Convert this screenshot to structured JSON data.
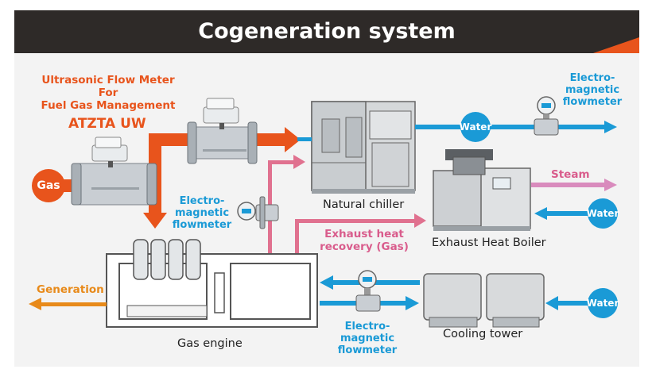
{
  "title": "Cogeneration system",
  "product": {
    "line1": "Ultrasonic Flow Meter",
    "line2": "For",
    "line3": "Fuel Gas Management",
    "name": "ATZTA UW"
  },
  "components": {
    "natural_chiller": "Natural chiller",
    "exhaust_heat_boiler": "Exhaust Heat Boiler",
    "gas_engine": "Gas engine",
    "cooling_tower": "Cooling tower"
  },
  "flows": {
    "gas": "Gas",
    "water": "Water",
    "steam": "Steam",
    "generation": "Generation",
    "exhaust_line1": "Exhaust heat",
    "exhaust_line2": "recovery (Gas)"
  },
  "flowmeter_label": {
    "line1": "Electro-",
    "line2": "magnetic",
    "line3": "flowmeter"
  },
  "colors": {
    "gas": "#e8541c",
    "water": "#1a9ad6",
    "steam": "#d98bbd",
    "exhaust": "#e0718f",
    "generation": "#e88a1a"
  }
}
